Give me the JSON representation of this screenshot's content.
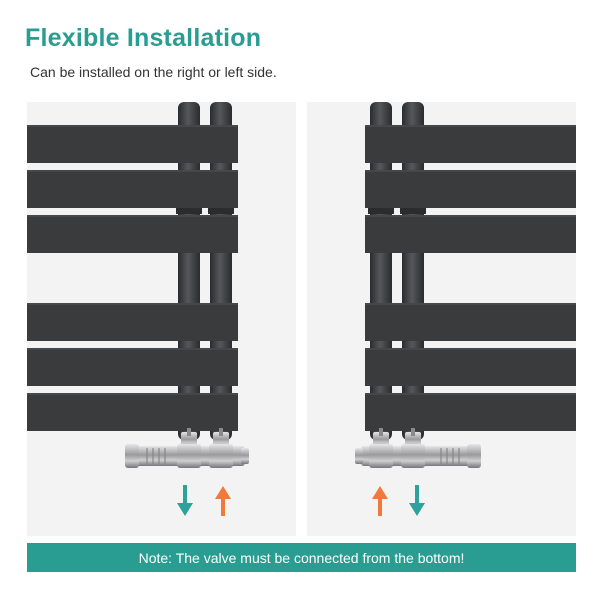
{
  "header": {
    "title": "Flexible Installation",
    "subtitle": "Can be installed on the right or left side."
  },
  "note": {
    "text": "Note: The valve must be connected from the bottom!"
  },
  "colors": {
    "accent": "#2a9d92",
    "radiator": "#3a3b3d",
    "arrow_up": "#f07a3c",
    "arrow_down": "#2ba39a",
    "valve": "#b9b9bb"
  },
  "panels": [
    {
      "side": "left",
      "flow_icons": [
        "arrow-down-icon",
        "arrow-up-icon"
      ]
    },
    {
      "side": "right",
      "flow_icons": [
        "arrow-up-icon",
        "arrow-down-icon"
      ]
    }
  ]
}
